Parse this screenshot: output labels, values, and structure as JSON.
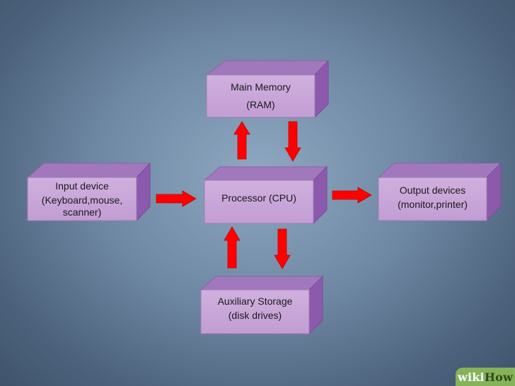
{
  "diagram": {
    "main_memory": {
      "line1": "Main Memory",
      "line2": "(RAM)"
    },
    "processor": {
      "line1": "Processor (CPU)"
    },
    "input_device": {
      "line1": "Input device",
      "line2": "(Keyboard,mouse,",
      "line3": "scanner)"
    },
    "output_devices": {
      "line1": "Output devices",
      "line2": "(monitor,printer)"
    },
    "auxiliary_storage": {
      "line1": "Auxiliary Storage",
      "line2": "(disk drives)"
    }
  },
  "watermark": {
    "part1": "wiki",
    "part2": "How"
  },
  "colors": {
    "box_front": "#c9a6d8",
    "box_top": "#a278bd",
    "box_side": "#8c5aad",
    "arrow": "#ff0000"
  }
}
